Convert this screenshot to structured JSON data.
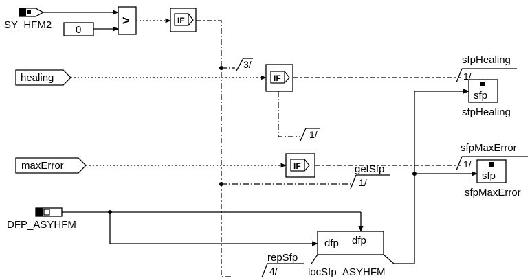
{
  "inputs": {
    "sy_hfm2": "SY_HFM2",
    "const_zero": "0",
    "healing": "healing",
    "max_error": "maxError",
    "dfp_asyhfm": "DFP_ASYHFM"
  },
  "operators": {
    "compare": ">",
    "if_label": "IF"
  },
  "outputs": {
    "sfp_healing_bus": "sfpHealing",
    "sfp_max_error_bus": "sfpMaxError",
    "get_sfp_bus": "getSfp",
    "rep_sfp_bus": "repSfp"
  },
  "bus_widths": {
    "main": "3/",
    "sfp_healing": "1/",
    "if2_else": "1/",
    "sfp_max_error": "1/",
    "get_sfp": "1/",
    "rep_sfp": "4/"
  },
  "blocks": {
    "sfp_healing_block": "sfp",
    "sfp_healing_caption": "sfpHealing",
    "sfp_max_error_block": "sfp",
    "sfp_max_error_caption": "sfpMaxError",
    "loc_sfp_left": "dfp",
    "loc_sfp_right": "dfp",
    "loc_sfp_caption": "locSfp_ASYHFM"
  }
}
